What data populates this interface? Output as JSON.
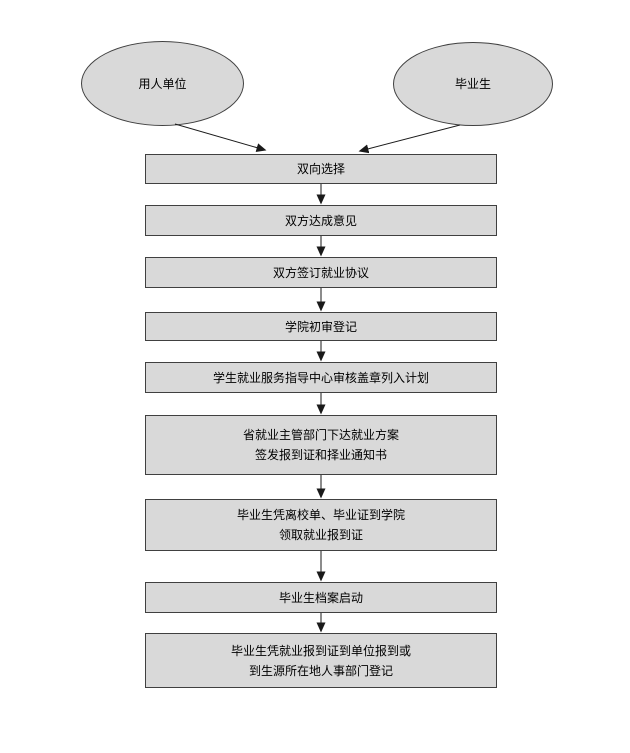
{
  "flowchart": {
    "colors": {
      "background": "#ffffff",
      "node_fill": "#d9d9d9",
      "node_border": "#404040",
      "arrow": "#1a1a1a",
      "text": "#000000"
    },
    "start_nodes": [
      {
        "id": "employer",
        "shape": "ellipse",
        "label": "用人单位"
      },
      {
        "id": "graduate",
        "shape": "ellipse",
        "label": "毕业生"
      }
    ],
    "steps": [
      {
        "lines": [
          "双向选择"
        ]
      },
      {
        "lines": [
          "双方达成意见"
        ]
      },
      {
        "lines": [
          "双方签订就业协议"
        ]
      },
      {
        "lines": [
          "学院初审登记"
        ]
      },
      {
        "lines": [
          "学生就业服务指导中心审核盖章列入计划"
        ]
      },
      {
        "lines": [
          "省就业主管部门下达就业方案",
          "签发报到证和择业通知书"
        ]
      },
      {
        "lines": [
          "毕业生凭离校单、毕业证到学院",
          "领取就业报到证"
        ]
      },
      {
        "lines": [
          "毕业生档案启动"
        ]
      },
      {
        "lines": [
          "毕业生凭就业报到证到单位报到或",
          "到生源所在地人事部门登记"
        ]
      }
    ]
  }
}
